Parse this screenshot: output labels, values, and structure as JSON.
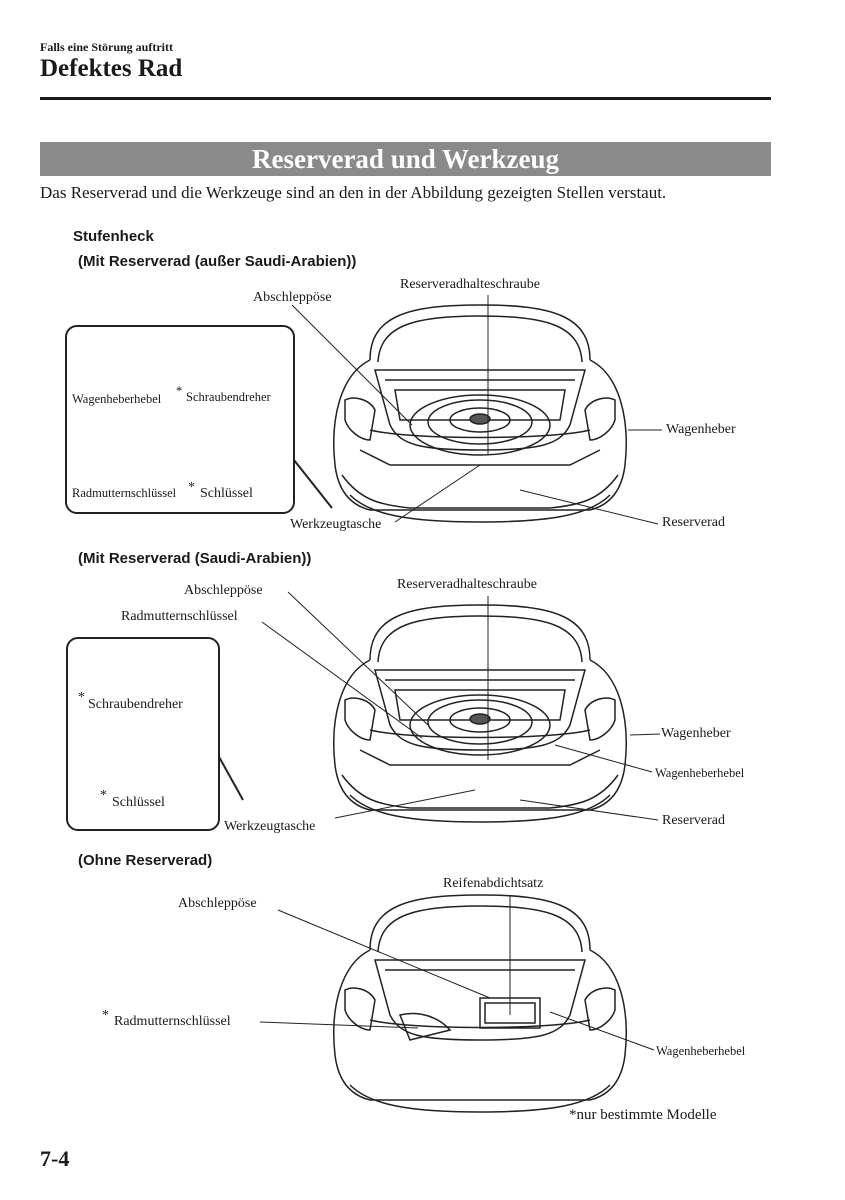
{
  "header": {
    "section": "Falls eine Störung auftritt",
    "chapter": "Defektes Rad"
  },
  "banner": {
    "title": "Reserverad und Werkzeug"
  },
  "intro": "Das Reserverad und die Werkzeuge sind an den in der Abbildung gezeigten Stellen verstaut.",
  "body_type": "Stufenheck",
  "fig1": {
    "caption": "(Mit Reserverad (außer Saudi-Arabien))",
    "tools": [
      "Wagenheberhebel",
      "Schraubendreher",
      "Radmutternschlüssel",
      "Schlüssel"
    ],
    "labels": {
      "tow_eye": "Abschleppöse",
      "spare_bolt": "Reserveradhalteschraube",
      "jack": "Wagenheber",
      "tool_bag": "Werkzeugtasche",
      "spare_wheel": "Reserverad"
    }
  },
  "fig2": {
    "caption": "(Mit Reserverad (Saudi-Arabien))",
    "tools": [
      "Schraubendreher",
      "Schlüssel"
    ],
    "labels": {
      "tow_eye": "Abschleppöse",
      "lug_wrench": "Radmutternschlüssel",
      "spare_bolt": "Reserveradhalteschraube",
      "jack": "Wagenheber",
      "jack_handle": "Wagenheberhebel",
      "tool_bag": "Werkzeugtasche",
      "spare_wheel": "Reserverad"
    }
  },
  "fig3": {
    "caption": "(Ohne Reserverad)",
    "labels": {
      "tow_eye": "Abschleppöse",
      "sealant_kit": "Reifenabdichtsatz",
      "lug_wrench": "Radmutternschlüssel",
      "jack_handle": "Wagenheberhebel"
    }
  },
  "asterisk": "*",
  "footnote": "nur bestimmte Modelle",
  "page_number": "7-4"
}
